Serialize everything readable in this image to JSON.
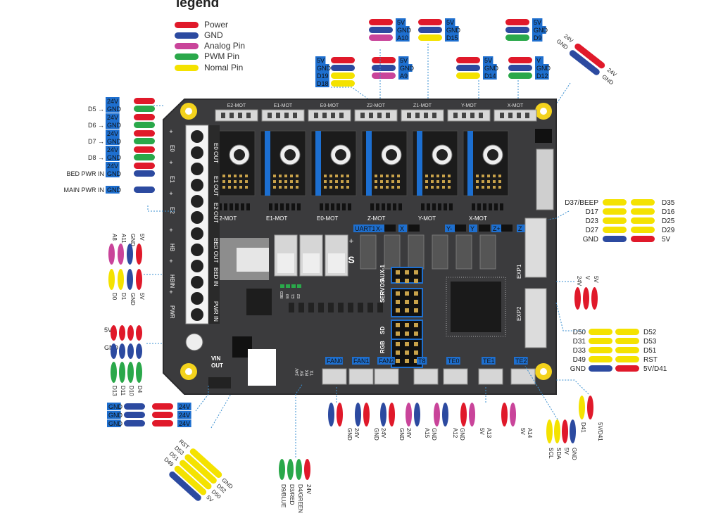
{
  "legend": {
    "title": "legend",
    "items": [
      {
        "label": "Power",
        "color": "#e0192a"
      },
      {
        "label": "GND",
        "color": "#2c4aa0"
      },
      {
        "label": "Analog Pin",
        "color": "#c9449a"
      },
      {
        "label": "PWM Pin",
        "color": "#2aa84a"
      },
      {
        "label": "Nomal Pin",
        "color": "#f4e200"
      }
    ]
  },
  "colors": {
    "board": "#3b3b3d",
    "board_edge": "#2b2b2d",
    "pin_header": "#111111",
    "pin": "#c8a24a",
    "label_blue": "#1e6fcf",
    "mounting_hole": "#f3d21c",
    "leader": "#3a8fd0",
    "driver_blue": "#1c6fd1"
  },
  "board": {
    "motor_headers": [
      "E2-MOT",
      "E1-MOT",
      "E0-MOT",
      "Z2-MOT",
      "Z1-MOT",
      "Y-MOT",
      "X-MOT"
    ],
    "driver_labels": [
      "E2-MOT",
      "E1-MOT",
      "E0-MOT",
      "Z-MOT",
      "Y-MOT",
      "X-MOT"
    ],
    "terminal_labels": [
      "E0 OUT",
      "E1 OUT",
      "E2 OUT",
      "BED OUT",
      "BED IN",
      "PWR IN"
    ],
    "side_labels": [
      "E0",
      "E1",
      "E2",
      "HB",
      "HBIN",
      "PWR"
    ],
    "uart": "UART1",
    "endstops": [
      "X-",
      "X",
      "Y-",
      "Y",
      "Z+",
      "Z"
    ],
    "s_mark": "S",
    "mid_headers": [
      "AUX-1",
      "SERVOS",
      "SD",
      "RGB"
    ],
    "exp": [
      "EXP1",
      "EXP2"
    ],
    "fans": [
      "FAN0",
      "FAN1",
      "FAN2",
      "T8",
      "TE0",
      "TE1",
      "TE2"
    ],
    "vin": [
      "VIN",
      "OUT"
    ],
    "leds": [
      "24V",
      "5V",
      "RX",
      "TX"
    ],
    "bed_leds": [
      "BED",
      "E0",
      "E1",
      "E2"
    ],
    "jumper_marks": [
      "+",
      "-"
    ]
  },
  "callouts": {
    "top_stepper_pins": [
      {
        "pins": [
          "5V",
          "GND",
          "D19",
          "D18"
        ]
      },
      {
        "pins": [
          "5V",
          "GND",
          "A10"
        ]
      },
      {
        "pins": [
          "5V",
          "GND",
          "A9"
        ]
      },
      {
        "pins": [
          "5V",
          "GND",
          "D15"
        ]
      },
      {
        "pins": [
          "5V",
          "GND",
          "D14"
        ]
      },
      {
        "pins": [
          "5V",
          "GND",
          "D9"
        ]
      },
      {
        "pins": [
          "V",
          "GND",
          "D12"
        ]
      }
    ],
    "top_right_tilted": [
      "24V",
      "GND",
      "24V",
      "GND"
    ],
    "left_heaters": [
      {
        "signal": "D5 →",
        "power": "24V",
        "gnd": "GND"
      },
      {
        "signal": "D6 →",
        "power": "24V",
        "gnd": "GND"
      },
      {
        "signal": "D7 →",
        "power": "24V",
        "gnd": "GND"
      },
      {
        "signal": "D8 →",
        "power": "24V",
        "gnd": "GND"
      },
      {
        "signal": "BED PWR IN",
        "power": "24V",
        "gnd": "GND"
      },
      {
        "signal": "MAIN PWR IN",
        "power": "",
        "gnd": "GND"
      }
    ],
    "aux_left": {
      "top": [
        "A8",
        "A11",
        "GND",
        "5V"
      ],
      "bottom": [
        "D0",
        "D1",
        "GND",
        "5V"
      ]
    },
    "left_pwm": {
      "labels": [
        "5V",
        "GND"
      ],
      "bottom": [
        "D13",
        "D11",
        "D10",
        "D4"
      ]
    },
    "left_bottom_power": [
      {
        "left": "GND",
        "right": "24V"
      },
      {
        "left": "GND",
        "right": "24V"
      },
      {
        "left": "GND",
        "right": "24V"
      }
    ],
    "rgb_tilted": [
      "RST",
      "D53",
      "D51",
      "D49",
      "GND",
      "D52",
      "D50",
      "5V"
    ],
    "bottom_rgb": [
      "24V",
      "D4/GREEN",
      "D3/RED",
      "D9/BLUE"
    ],
    "bottom_fans": [
      [
        "GND",
        "24V"
      ],
      [
        "GND",
        "24V"
      ],
      [
        "GND",
        "24V"
      ],
      [
        "A15",
        "GND"
      ],
      [
        "A12",
        "GND"
      ],
      [
        "5V",
        "A13"
      ],
      [
        "5V",
        "A14"
      ]
    ],
    "bottom_right": {
      "col1": [
        "SCL",
        "SDA",
        "5V",
        "GND"
      ],
      "col2": [
        "D41",
        "5V/D41"
      ],
      "power": [
        "5V",
        "GND"
      ]
    },
    "exp1": {
      "left": [
        "D37/BEEP",
        "D17",
        "D23",
        "D27",
        "GND"
      ],
      "right": [
        "D35",
        "D16",
        "D25",
        "D29",
        "5V"
      ]
    },
    "right_mid": [
      "24V",
      "V",
      "5V"
    ],
    "exp2": {
      "left": [
        "D50",
        "D31",
        "D33",
        "D49",
        "GND"
      ],
      "right": [
        "D52",
        "D53",
        "D51",
        "RST",
        "5V/D41"
      ]
    }
  }
}
